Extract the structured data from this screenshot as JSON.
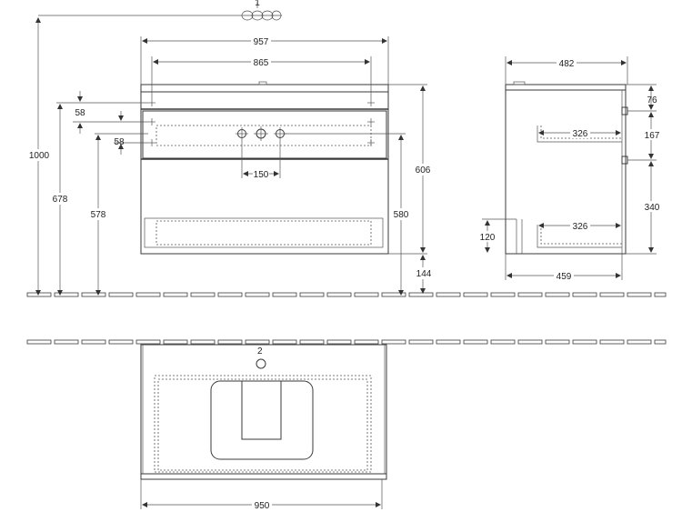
{
  "dimensions": {
    "total_height": "1000",
    "top_width": "957",
    "inner_width": "865",
    "hole_spacing": "150",
    "offset_top": "58",
    "offset_second": "58",
    "h678": "678",
    "h578": "578",
    "h606": "606",
    "h580": "580",
    "h144": "144",
    "side_depth_top": "482",
    "side_76": "76",
    "side_167": "167",
    "side_340": "340",
    "drawer_depth_upper": "326",
    "drawer_depth_lower": "326",
    "side_120": "120",
    "side_depth_bottom": "459",
    "bottom_width": "950"
  },
  "labels": {
    "item_1": "1",
    "item_2": "2"
  }
}
